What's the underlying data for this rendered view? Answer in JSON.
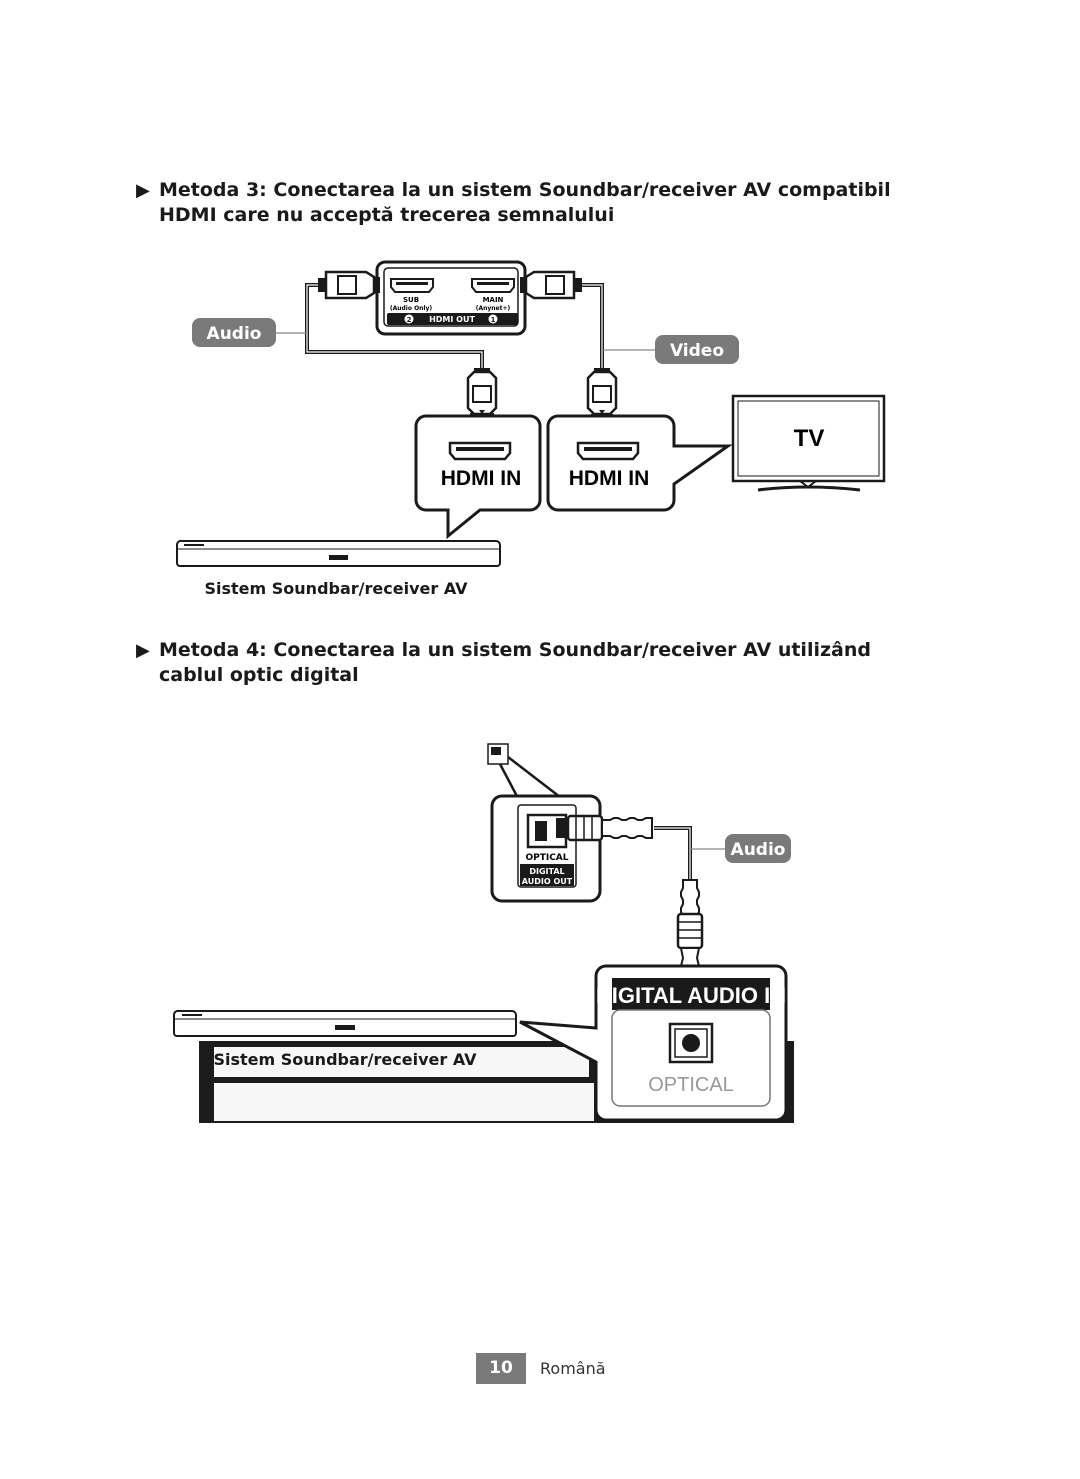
{
  "method3": {
    "bullet": "▶",
    "title": "Metoda 3: Conectarea la un sistem Soundbar/receiver AV compatibil HDMI care nu acceptă trecerea semnalului",
    "source_ports": {
      "sub_label": "SUB",
      "sub_sub_label": "(Audio Only)",
      "main_label": "MAIN",
      "main_sub_label": "(Anynet+)",
      "badge_2": "2",
      "badge_1": "1",
      "hdmi_out_label": "HDMI OUT"
    },
    "audio_pill": "Audio",
    "video_pill": "Video",
    "hdmi_in_left": "HDMI IN",
    "hdmi_in_right": "HDMI IN",
    "tv_label": "TV",
    "soundbar_caption": "Sistem Soundbar/receiver AV"
  },
  "method4": {
    "bullet": "▶",
    "title": "Metoda 4: Conectarea la un sistem Soundbar/receiver AV utilizând cablul optic digital",
    "source_port": {
      "optical_label": "OPTICAL",
      "digital_label": "DIGITAL",
      "audio_out_label": "AUDIO OUT"
    },
    "audio_pill": "Audio",
    "digital_audio_in": "DIGITAL AUDIO IN",
    "optical_label": "OPTICAL",
    "soundbar_caption": "Sistem Soundbar/receiver AV"
  },
  "footer": {
    "page_number": "10",
    "language": "Română"
  },
  "colors": {
    "pill_bg": "#7a7a7a",
    "text": "#1a1a1a",
    "dark_band": "#1c1c1c"
  }
}
